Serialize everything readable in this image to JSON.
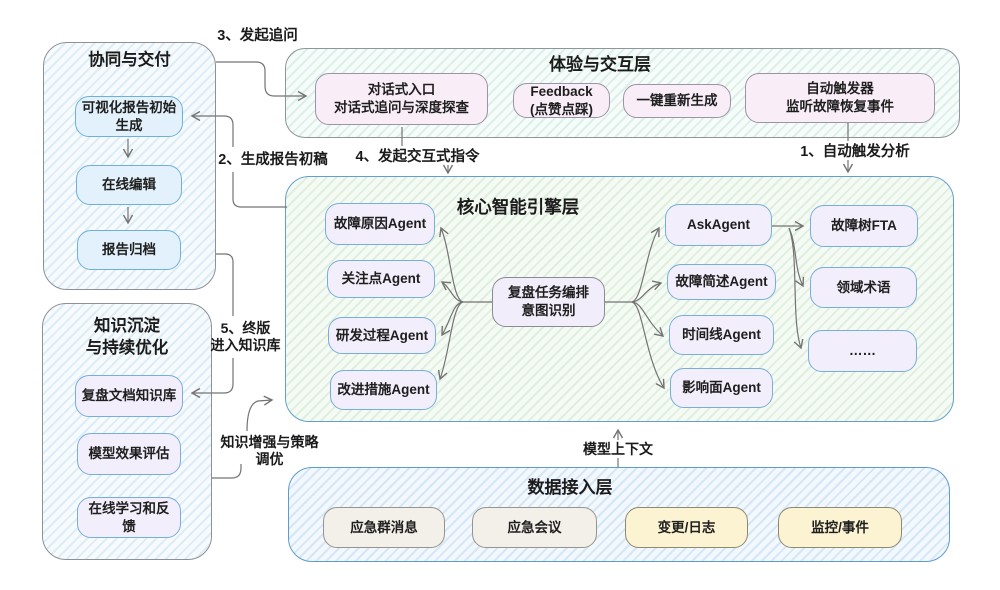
{
  "collaboration": {
    "title": "协同与交付",
    "items": [
      {
        "line1": "可视化报告初始",
        "line2": "生成"
      },
      {
        "line1": "在线编辑"
      },
      {
        "line1": "报告归档"
      }
    ]
  },
  "knowledge": {
    "title_line1": "知识沉淀",
    "title_line2": "与持续优化",
    "items": [
      {
        "line1": "复盘文档知识库"
      },
      {
        "line1": "模型效果评估"
      },
      {
        "line1": "在线学习和反馈"
      }
    ]
  },
  "experience": {
    "title": "体验与交互层",
    "items": [
      {
        "line1": "对话式入口",
        "line2": "对话式追问与深度探查"
      },
      {
        "line1": "Feedback",
        "line2": "(点赞点踩)"
      },
      {
        "line1": "一键重新生成"
      },
      {
        "line1": "自动触发器",
        "line2": "监听故障恢复事件"
      }
    ]
  },
  "core": {
    "title": "核心智能引擎层",
    "left_agents": [
      "故障原因Agent",
      "关注点Agent",
      "研发过程Agent",
      "改进措施Agent"
    ],
    "center": {
      "line1": "复盘任务编排",
      "line2": "意图识别"
    },
    "right_agents": [
      "AskAgent",
      "故障简述Agent",
      "时间线Agent",
      "影响面Agent"
    ],
    "tools": [
      "故障树FTA",
      "领域术语",
      "……"
    ]
  },
  "data_layer": {
    "title": "数据接入层",
    "sources": [
      "应急群消息",
      "应急会议",
      "变更/日志",
      "监控/事件"
    ]
  },
  "flow_labels": {
    "auto_trigger": "1、自动触发分析",
    "draft_report": "2、生成报告初稿",
    "follow_up": "3、发起追问",
    "interactive_cmd": "4、发起交互式指令",
    "final_line1": "5、终版",
    "final_line2": "进入知识库",
    "tuning_line1": "知识增强与策略",
    "tuning_line2": "调优",
    "model_context": "模型上下文"
  },
  "colors": {
    "layer_border_gray": "#8d9096",
    "layer_border_blue": "#5e9bd2",
    "node_blue_fill": "#e2f1fb",
    "node_lavender_fill": "#f3eefb",
    "node_pink_fill": "#f9eef8",
    "node_beige_fill": "#f3efe9",
    "node_yellow_fill": "#fbf3d2",
    "node_border_blue": "#6fb0d9",
    "wire_gray": "#737373"
  }
}
